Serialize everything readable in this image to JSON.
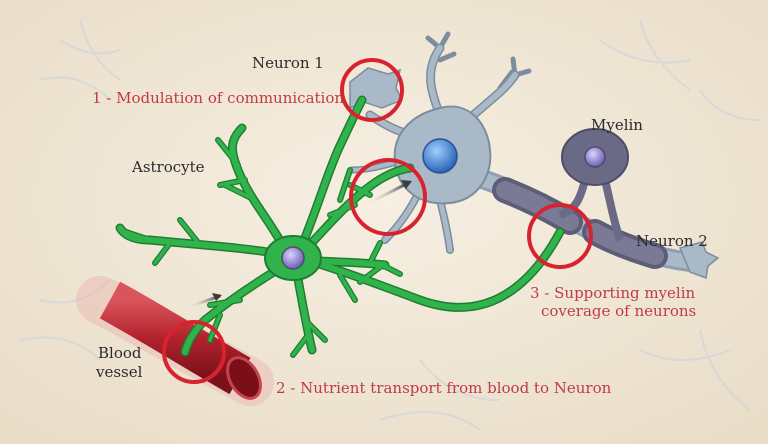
{
  "labels": {
    "neuron1": "Neuron 1",
    "neuron2": "Neuron 2",
    "astrocyte": "Astrocyte",
    "myelin": "Myelin",
    "blood_vessel_line1": "Blood",
    "blood_vessel_line2": "vessel"
  },
  "functions": {
    "f1": "1 - Modulation of communication",
    "f2": "2 - Nutrient transport from blood to Neuron",
    "f3_line1": "3 - Supporting myelin",
    "f3_line2": "coverage of neurons"
  },
  "colors": {
    "background": "#f1e8d8",
    "astrocyte": "#2fb34a",
    "astrocyte_dark": "#1f7d33",
    "neuron": "#aab9c8",
    "neuron_dark": "#7c8d9f",
    "nucleus_neuron": "#3a7fd0",
    "nucleus_astrocyte": "#8b82c9",
    "myelin": "#6b6a86",
    "vessel": "#b2222d",
    "highlight_circle": "#d8232f",
    "label_red": "#c13b45"
  }
}
